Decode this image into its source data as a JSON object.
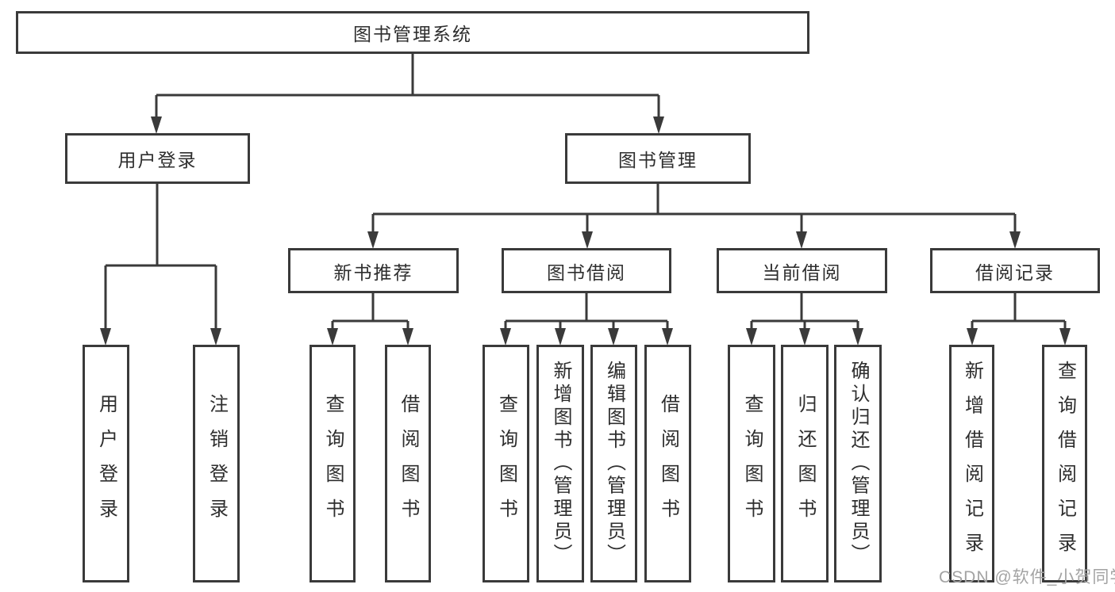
{
  "diagram_type": "tree",
  "tree": {
    "label": "图书管理系统",
    "children": [
      {
        "label": "用户登录",
        "children": [
          {
            "label": "用户登录"
          },
          {
            "label": "注销登录"
          }
        ]
      },
      {
        "label": "图书管理",
        "children": [
          {
            "label": "新书推荐",
            "children": [
              {
                "label": "查询图书"
              },
              {
                "label": "借阅图书"
              }
            ]
          },
          {
            "label": "图书借阅",
            "children": [
              {
                "label": "查询图书"
              },
              {
                "label": "新增图书（管理员）"
              },
              {
                "label": "编辑图书（管理员）"
              },
              {
                "label": "借阅图书"
              }
            ]
          },
          {
            "label": "当前借阅",
            "children": [
              {
                "label": "查询图书"
              },
              {
                "label": "归还图书"
              },
              {
                "label": "确认归还（管理员）"
              }
            ]
          },
          {
            "label": "借阅记录",
            "children": [
              {
                "label": "新增借阅记录"
              },
              {
                "label": "查询借阅记录"
              }
            ]
          }
        ]
      }
    ]
  },
  "watermark": {
    "text": "CSDN @软件_小贺同学"
  },
  "colors": {
    "line": "#3a3a3a",
    "text": "#2e2e2e",
    "watermark": "#a3a3a3",
    "background": "#ffffff"
  }
}
